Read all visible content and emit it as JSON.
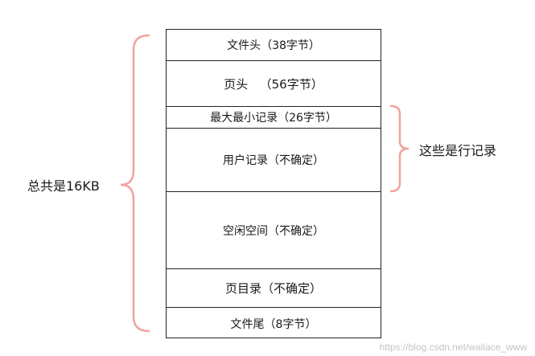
{
  "rows": [
    {
      "label": "文件头（38字节）"
    },
    {
      "label": "页头   （56字节）"
    },
    {
      "label": "最大最小记录（26字节）"
    },
    {
      "label": "用户记录（不确定）"
    },
    {
      "label": "空闲空间（不确定）"
    },
    {
      "label": "页目录（不确定）"
    },
    {
      "label": "文件尾（8字节）"
    }
  ],
  "left_brace_label": "总共是16KB",
  "right_brace_label": "这些是行记录",
  "brace_color": "#f0a39d",
  "watermark": "https://blog.csdn.net/wallace_www"
}
